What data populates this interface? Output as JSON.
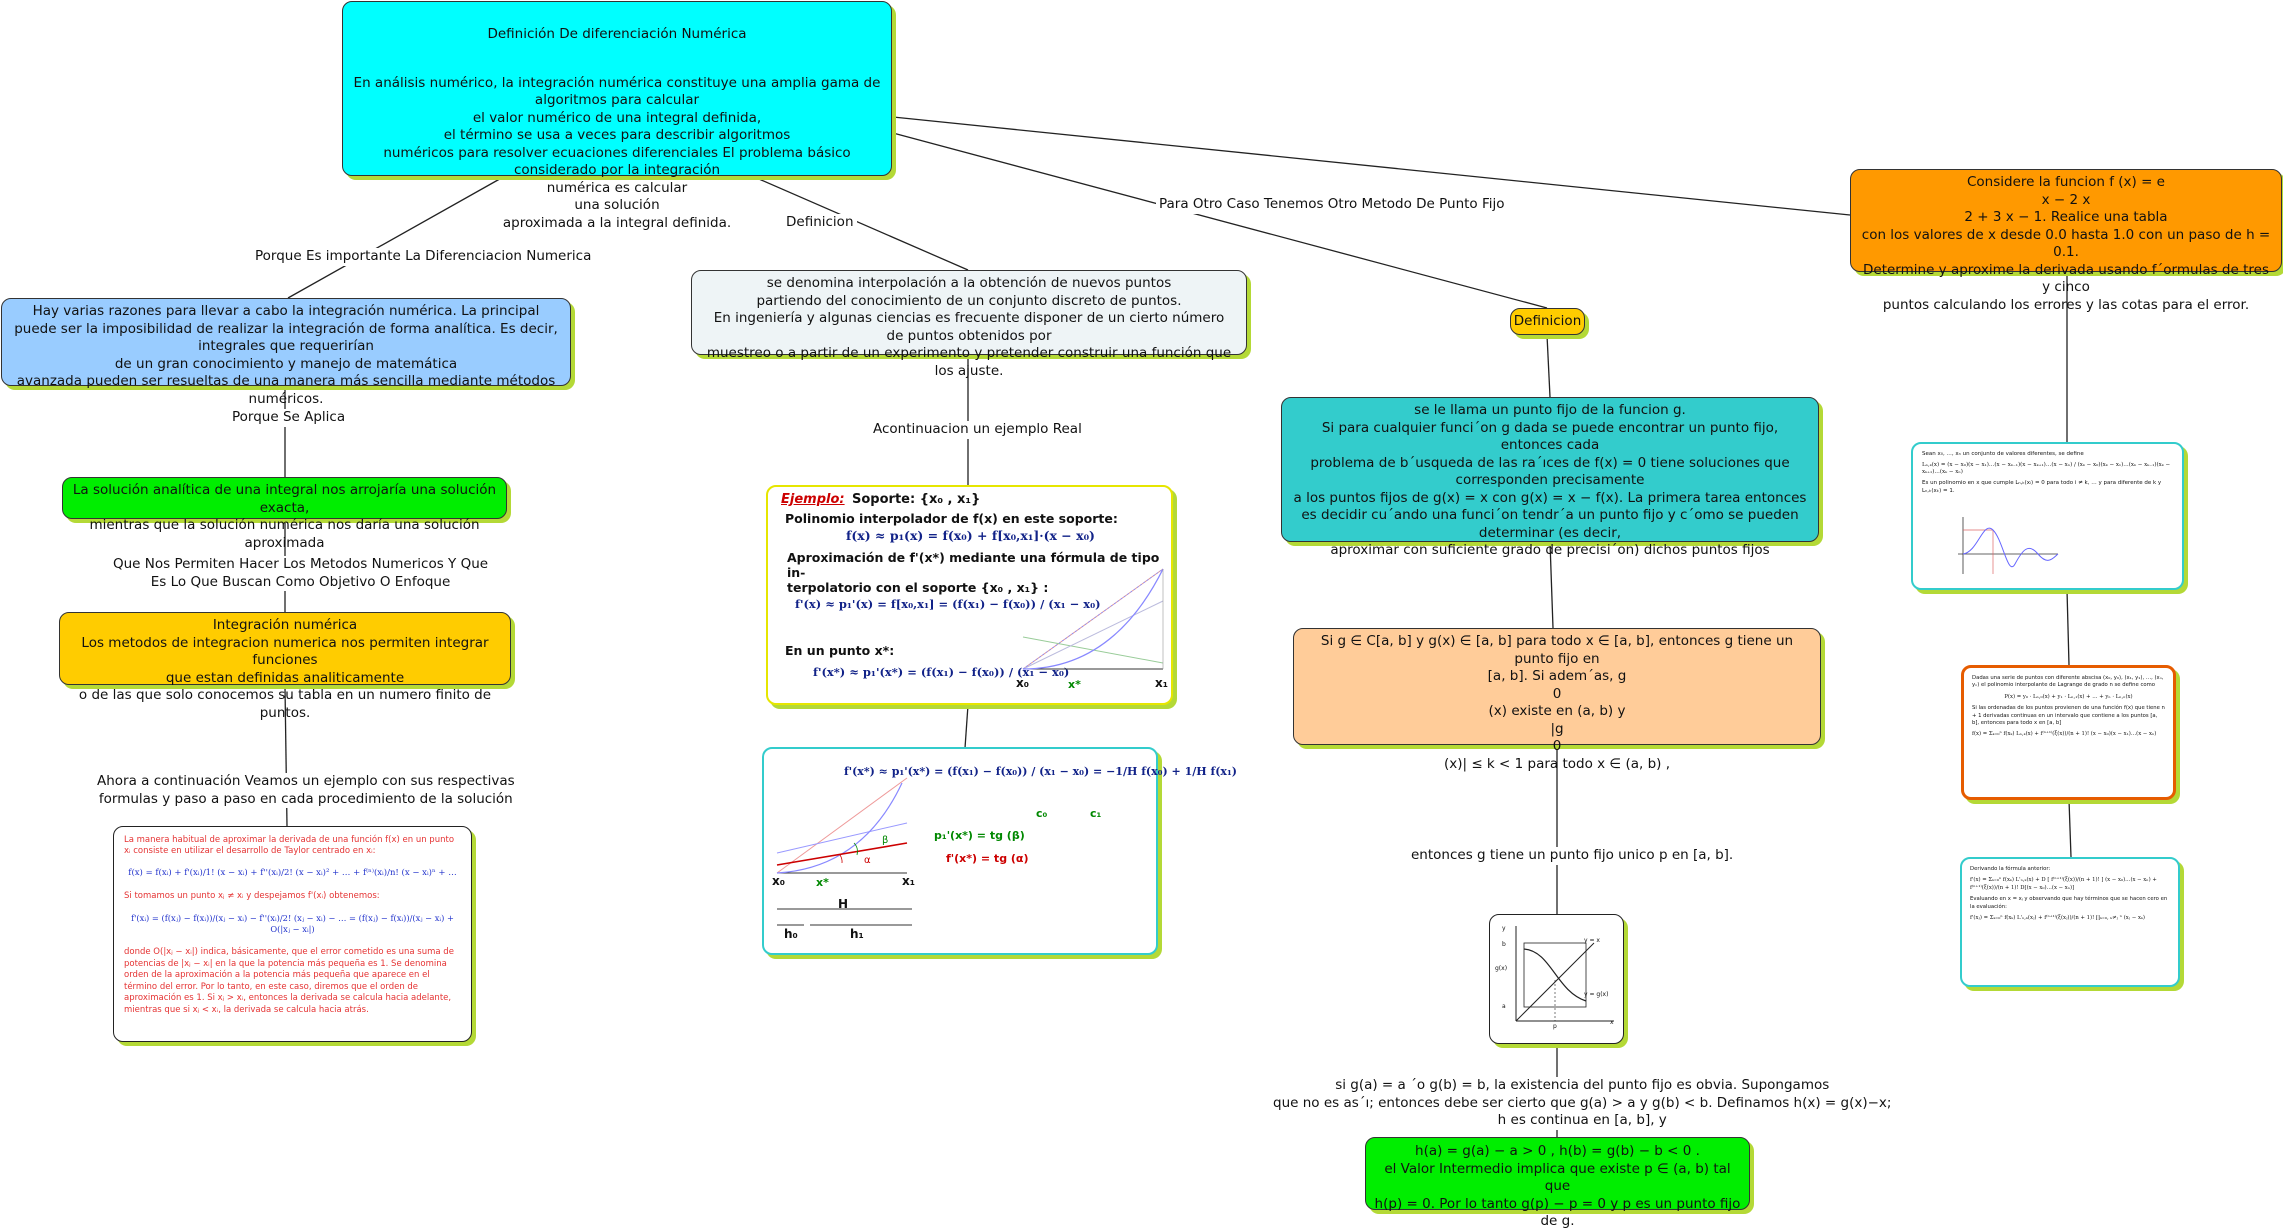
{
  "root": {
    "title": "Definición De diferenciación  Numérica",
    "body": "En análisis numérico, la integración numérica constituye una amplia gama de\nalgoritmos para calcular\nel valor numérico de una integral definida,\nel término se usa a veces para describir algoritmos\nnuméricos para resolver ecuaciones diferenciales El problema básico considerado por la integración\nnumérica es calcular\nuna solución\naproximada a la integral definida."
  },
  "edges": {
    "porque_importante": "Porque Es importante La Diferenciacion Numerica",
    "definicion": "Definicion",
    "otro_caso": "Para Otro Caso Tenemos Otro Metodo De Punto Fijo",
    "porque_aplica": "Porque Se Aplica",
    "nos_permiten": "Que Nos Permiten Hacer Los Metodos Numericos Y Que\nEs Lo Que Buscan Como Objetivo O Enfoque",
    "ahora_ejemplo": "Ahora a continuación Veamos un ejemplo con sus respectivas\nformulas y paso a paso en cada procedimiento de la solución",
    "continuacion_ejemplo": "Acontinuacion un ejemplo Real",
    "unico": "entonces g tiene un punto fijo unico p en [a, b].",
    "si_ga": "si g(a) = a ´o g(b) = b, la existencia del punto fijo es obvia. Supongamos\nque no es as´ı; entonces debe ser cierto que g(a) > a y g(b) < b. Definamos h(x) = g(x)−x;\nh es continua en [a, b], y"
  },
  "nodes": {
    "razones": "Hay varias razones para llevar a cabo la integración numérica. La principal\npuede ser la imposibilidad de realizar la integración de forma analítica. Es decir, integrales que requerirían\nde un gran conocimiento y manejo de matemática\navanzada pueden ser resueltas de una manera más sencilla mediante métodos numéricos.",
    "solucion_analitica": "La solución analítica de una integral nos arrojaría una solución exacta,\nmientras que la solución numérica nos daría una solución aproximada",
    "integracion": "Integración numérica\nLos metodos de integracion  numerica nos permiten  integrar funciones\nque estan definidas analiticamente\no de las que solo conocemos su tabla  en un numero finito de puntos.",
    "interpolacion": "se denomina interpolación a la obtención de nuevos puntos\npartiendo del conocimiento de un conjunto discreto de puntos.\nEn ingeniería y algunas ciencias es frecuente disponer de un cierto número\nde puntos obtenidos por\nmuestreo o a partir de un experimento y pretender construir una función que los ajuste.",
    "definicion_tag": "Definicion",
    "punto_fijo": "se le llama un punto fijo de la funcion g.\nSi para cualquier funci´on g dada se puede encontrar un punto fijo,\nentonces cada\nproblema de b´usqueda de las ra´ıces de f(x) = 0 tiene soluciones que corresponden precisamente\na los puntos fijos de g(x) = x con g(x) = x − f(x). La primera tarea entonces\nes decidir cu´ando una funci´on tendr´a un punto fijo y c´omo se pueden determinar (es decir,\naproximar con suficiente grado de precisi´on) dichos puntos fijos",
    "teorema": "Si g ∈ C[a, b] y g(x) ∈ [a, b] para todo x ∈ [a, b], entonces g tiene un punto fijo en\n[a, b]. Si adem´as, g\n0\n(x) existe en (a, b) y\n|g\n0\n(x)| ≤ k < 1 para todo x ∈ (a, b) ,",
    "valor_intermedio": "h(a) = g(a) − a > 0 , h(b) = g(b) − b < 0 .\nel Valor Intermedio implica que existe p ∈ (a, b) tal que\nh(p) = 0. Por lo tanto g(p) − p = 0 y p es un punto fijo de g.",
    "considere": "Considere la funcion f (x) = e\nx − 2 x\n2 + 3 x − 1. Realice una tabla\ncon los valores de x desde 0.0 hasta 1.0 con un paso de h = 0.1.\nDetermine y aproxime la derivada usando f´ormulas de tres y cinco\npuntos calculando los errores y las cotas para el error."
  },
  "ejemplo_card": {
    "heading": "Ejemplo:",
    "soporte": "Soporte: {x₀ , x₁}",
    "polinomio": "Polinomio interpolador de f(x) en este soporte:",
    "eq1": "f(x) ≈ p₁(x) = f(x₀) + f[x₀,x₁]·(x − x₀)",
    "aprox": "Aproximación de f'(x*) mediante una fórmula de tipo in-\nterpolatorio con el soporte {x₀ , x₁} :",
    "eq2": "f'(x) ≈ p₁'(x) = f[x₀,x₁] = (f(x₁) − f(x₀)) / (x₁ − x₀)",
    "en_punto": "En un punto x*:",
    "eq3": "f'(x*) ≈ p₁'(x*) = (f(x₁) − f(x₀)) / (x₁ − x₀)",
    "x0": "x₀",
    "xs": "x*",
    "x1": "x₁"
  },
  "derivada_card": {
    "eq": "f'(x*) ≈ p₁'(x*) = (f(x₁) − f(x₀)) / (x₁ − x₀) = −1/H f(x₀) + 1/H f(x₁)",
    "c0": "c₀",
    "c1": "c₁",
    "tg_beta": "p₁'(x*) = tg (β)",
    "tg_alpha": "f'(x*) = tg (α)",
    "H": "H",
    "h0": "h₀",
    "h1": "h₁",
    "x0": "x₀",
    "xs": "x*",
    "x1": "x₁",
    "beta": "β",
    "alpha": "α"
  },
  "taylor_card": {
    "p1": "La manera habitual de aproximar la derivada de una función f(x) en un punto xᵢ consiste en utilizar el desarrollo de Taylor centrado en xᵢ:",
    "eq1": "f(x) = f(xᵢ) + f'(xᵢ)/1! (x − xᵢ) + f''(xᵢ)/2! (x − xᵢ)² + … + f⁽ⁿ⁾(xᵢ)/n! (x − xᵢ)ⁿ + …",
    "p2": "Si tomamos un punto xⱼ ≠ xᵢ y despejamos f'(xᵢ) obtenemos:",
    "eq2": "f'(xᵢ) = (f(xⱼ) − f(xᵢ))/(xⱼ − xᵢ) − f''(xᵢ)/2! (xⱼ − xᵢ) − … = (f(xⱼ) − f(xᵢ))/(xⱼ − xᵢ) + O(|xⱼ − xᵢ|)",
    "p3": "donde O(|xⱼ − xᵢ|) indica, básicamente, que el error cometido es una suma de potencias de |xⱼ − xᵢ| en la que la potencia más pequeña es 1. Se denomina orden de la aproximación a la potencia más pequeña que aparece en el término del error. Por lo tanto, en este caso, diremos que el orden de aproximación es 1. Si xⱼ > xᵢ, entonces la derivada se calcula hacia adelante, mientras que si xⱼ < xᵢ, la derivada se calcula hacia atrás."
  },
  "fixed_point_graph": {
    "y_eq_x": "y = x",
    "y_eq_gx": "y = g(x)",
    "b": "b",
    "gx": "g(x)",
    "a": "a",
    "x": "x",
    "y": "y",
    "p": "p"
  },
  "lagrange_card": {
    "p1": "Sean x₀, …, xₙ un conjunto de valores diferentes, se define",
    "eq": "Lₙ,ₖ(x) = (x − x₀)(x − x₁)…(x − xₖ₋₁)(x − xₖ₊₁)…(x − xₙ) / (xₖ − x₀)(xₖ − x₁)…(xₖ − xₖ₋₁)(xₖ − xₖ₊₁)…(xₖ − xₙ)",
    "p2": "Es un polinomio en x que cumple Lₙ,ₖ(xᵢ) = 0 para todo i ≠ k, … y para diferente de k y Lₙ,ₖ(xₖ) = 1."
  },
  "lagrange_poly_card": {
    "p1": "Dadas una serie de puntos con diferente abscisa (x₀, y₀), (x₁, y₁), …, (xₙ, yₙ) el polinomio interpolante de Lagrange de grado n se define como",
    "eq1": "P(x) = y₀ · Lₙ,₀(x) + y₁ · Lₙ,₁(x) + … + yₙ · Lₙ,ₙ(x)",
    "p2": "Si las ordenadas de los puntos provienen de una función f(x) que tiene n + 1 derivadas continuas en un intervalo que contiene a los puntos [a, b], entonces para todo x en [a, b]",
    "eq2": "f(x) = Σₖ₌₀ⁿ f(xₖ) Lₙ,ₖ(x) + f⁽ⁿ⁺¹⁾(ξ(x))/(n + 1)! (x − x₀)(x − x₁)…(x − xₙ)"
  },
  "derivando_card": {
    "p1": "Derivando la fórmula anterior:",
    "eq1": "f'(x) = Σₖ₌₀ⁿ f(xₖ) L'ₙ,ₖ(x) + D [ f⁽ⁿ⁺¹⁾(ξ(x))/(n + 1)! ] (x − x₀)…(x − xₙ) + f⁽ⁿ⁺¹⁾(ξ(x))/(n + 1)! D[(x − x₀)…(x − xₙ)]",
    "p2": "Evaluando en x = xⱼ y observando que hay términos que se hacen cero en la evaluación:",
    "eq2": "f'(xⱼ) = Σₖ₌₀ⁿ f(xₖ) L'ₙ,ₖ(xⱼ) + f⁽ⁿ⁺¹⁾(ξ(xⱼ))/(n + 1)! ∏ₖ₌₀, ₖ≠ⱼ ⁿ (xⱼ − xₖ)"
  },
  "colors": {
    "root": "#00ffff",
    "razones": "#99ccff",
    "green": "#00ee00",
    "yellow": "#ffcc00",
    "interp": "#eef4f6",
    "teal": "#33cccc",
    "peach": "#ffcc99",
    "orange": "#ff9900",
    "shadow": "#b4d936"
  }
}
